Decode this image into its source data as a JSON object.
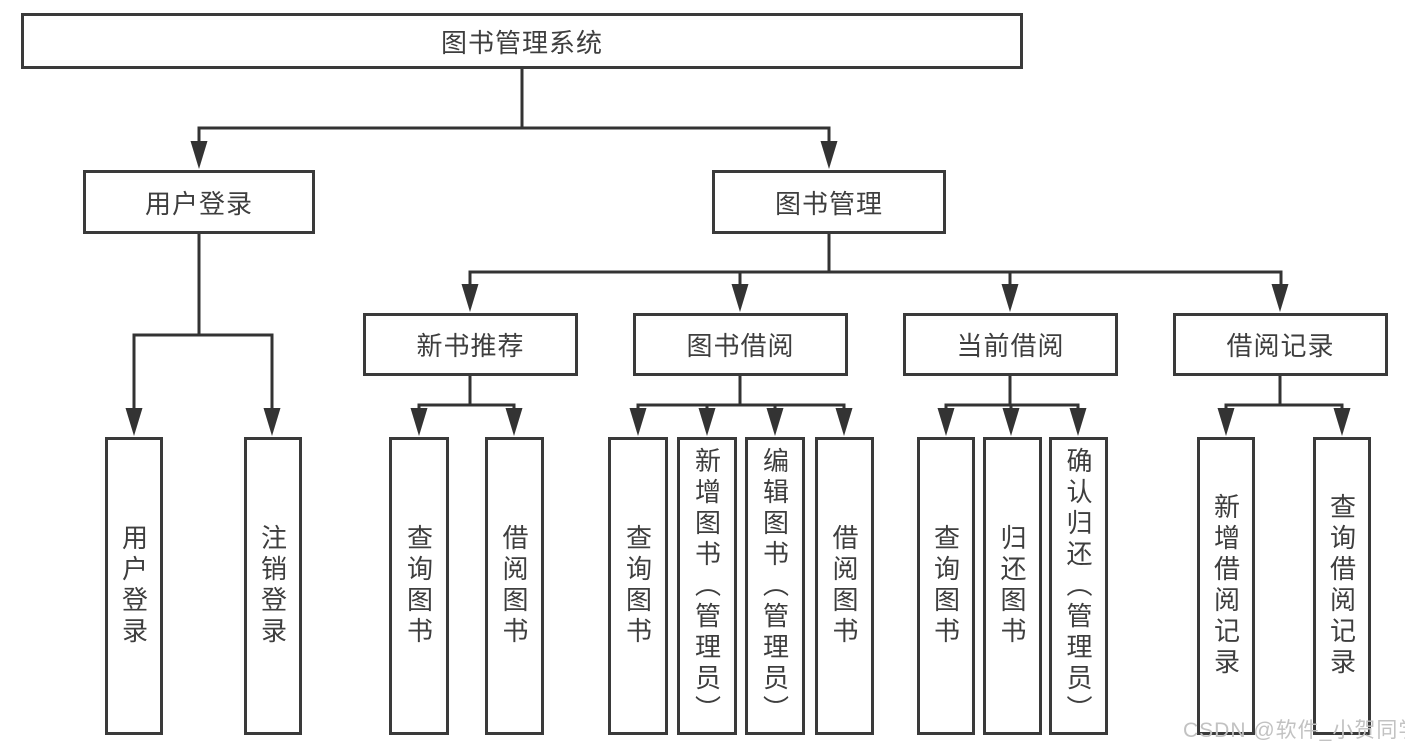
{
  "diagram": {
    "root": {
      "label": "图书管理系统"
    },
    "level2": {
      "user_login": {
        "label": "用户登录"
      },
      "book_management": {
        "label": "图书管理"
      }
    },
    "level3": {
      "new_book_recommend": {
        "label": "新书推荐"
      },
      "book_borrow": {
        "label": "图书借阅"
      },
      "current_borrow": {
        "label": "当前借阅"
      },
      "borrow_records": {
        "label": "借阅记录"
      }
    },
    "leaves": {
      "user_login": [
        "用户登录",
        "注销登录"
      ],
      "new_book_recommend": [
        "查询图书",
        "借阅图书"
      ],
      "book_borrow": [
        "查询图书",
        "新增图书（管理员）",
        "编辑图书（管理员）",
        "借阅图书"
      ],
      "current_borrow": [
        "查询图书",
        "归还图书",
        "确认归还（管理员）"
      ],
      "borrow_records": [
        "新增借阅记录",
        "查询借阅记录"
      ]
    }
  },
  "watermark": {
    "text": "CSDN @软件_小贺同学"
  },
  "colors": {
    "line": "#333333",
    "border": "#3a3a3a",
    "text": "#3e3e3e",
    "background": "#ffffff",
    "watermark": "#c2c2c2"
  }
}
